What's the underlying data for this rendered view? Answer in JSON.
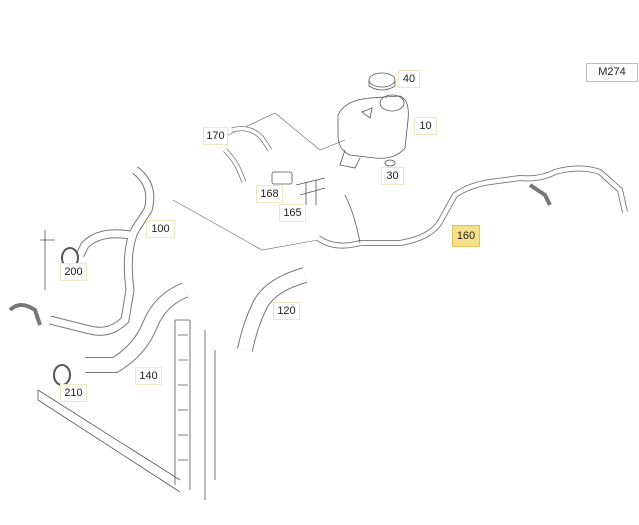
{
  "diagram": {
    "engine_tag": "M274",
    "callouts": [
      {
        "id": "40",
        "label": "40"
      },
      {
        "id": "10",
        "label": "10"
      },
      {
        "id": "170",
        "label": "170"
      },
      {
        "id": "30",
        "label": "30"
      },
      {
        "id": "168",
        "label": "168"
      },
      {
        "id": "165",
        "label": "165"
      },
      {
        "id": "100",
        "label": "100"
      },
      {
        "id": "160",
        "label": "160",
        "highlighted": true
      },
      {
        "id": "200",
        "label": "200"
      },
      {
        "id": "120",
        "label": "120"
      },
      {
        "id": "140",
        "label": "140"
      },
      {
        "id": "210",
        "label": "210"
      }
    ],
    "highlight_color": "#f7e08a"
  }
}
